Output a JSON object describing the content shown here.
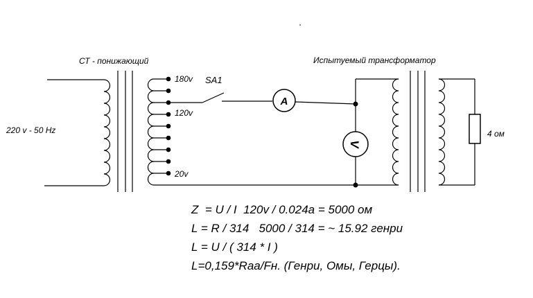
{
  "diagram": {
    "labels": {
      "step_down_title": "СТ - понижающий",
      "test_title": "Испытуемый трансформатор",
      "mains": "220 v - 50 Hz",
      "tap_top": "180v",
      "tap_mid": "120v",
      "tap_bottom": "20v",
      "switch": "SA1",
      "ammeter": "A",
      "voltmeter": "V",
      "load": "4 ом"
    },
    "formulas": [
      "Z  = U / I  120v / 0.024a = 5000 ом",
      "L = R / 314   5000 / 314 = ~ 15.92 генри",
      "L = U / ( 314 * I )",
      "L=0,159*Raa/Fн. (Генри, Омы, Герцы)."
    ],
    "colors": {
      "line": "#000000",
      "background": "#ffffff"
    }
  }
}
